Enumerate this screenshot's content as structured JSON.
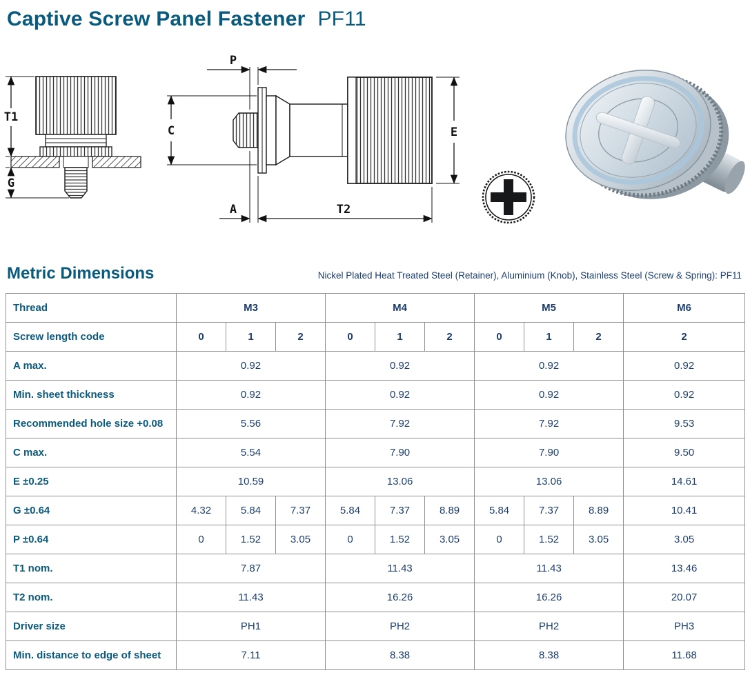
{
  "header": {
    "title": "Captive Screw Panel Fastener",
    "model": "PF11"
  },
  "diagram": {
    "labels": {
      "T1": "T1",
      "G": "G",
      "P": "P",
      "C": "C",
      "A": "A",
      "T2": "T2",
      "E": "E"
    }
  },
  "metric": {
    "heading": "Metric Dimensions",
    "materials_note": "Nickel Plated Heat Treated Steel (Retainer), Aluminium (Knob), Stainless Steel (Screw & Spring): PF11"
  },
  "table": {
    "thread": {
      "label": "Thread",
      "values": [
        "M3",
        "M4",
        "M5",
        "M6"
      ]
    },
    "screw_length": {
      "label": "Screw length code",
      "codes": [
        "0",
        "1",
        "2",
        "0",
        "1",
        "2",
        "0",
        "1",
        "2",
        "2"
      ]
    },
    "rows": [
      {
        "label": "A max.",
        "values": [
          "0.92",
          "0.92",
          "0.92",
          "0.92"
        ]
      },
      {
        "label": "Min. sheet thickness",
        "values": [
          "0.92",
          "0.92",
          "0.92",
          "0.92"
        ]
      },
      {
        "label": "Recommended hole size +0.08",
        "values": [
          "5.56",
          "7.92",
          "7.92",
          "9.53"
        ]
      },
      {
        "label": "C max.",
        "values": [
          "5.54",
          "7.90",
          "7.90",
          "9.50"
        ]
      },
      {
        "label": "E ±0.25",
        "values": [
          "10.59",
          "13.06",
          "13.06",
          "14.61"
        ]
      },
      {
        "label": "G ±0.64",
        "values": [
          "4.32",
          "5.84",
          "7.37",
          "5.84",
          "7.37",
          "8.89",
          "5.84",
          "7.37",
          "8.89",
          "10.41"
        ]
      },
      {
        "label": "P ±0.64",
        "values": [
          "0",
          "1.52",
          "3.05",
          "0",
          "1.52",
          "3.05",
          "0",
          "1.52",
          "3.05",
          "3.05"
        ]
      },
      {
        "label": "T1 nom.",
        "values": [
          "7.87",
          "11.43",
          "11.43",
          "13.46"
        ]
      },
      {
        "label": "T2 nom.",
        "values": [
          "11.43",
          "16.26",
          "16.26",
          "20.07"
        ]
      },
      {
        "label": "Driver size",
        "values": [
          "PH1",
          "PH2",
          "PH2",
          "PH3"
        ]
      },
      {
        "label": "Min. distance to edge of sheet",
        "values": [
          "7.11",
          "8.38",
          "8.38",
          "11.68"
        ]
      }
    ]
  }
}
